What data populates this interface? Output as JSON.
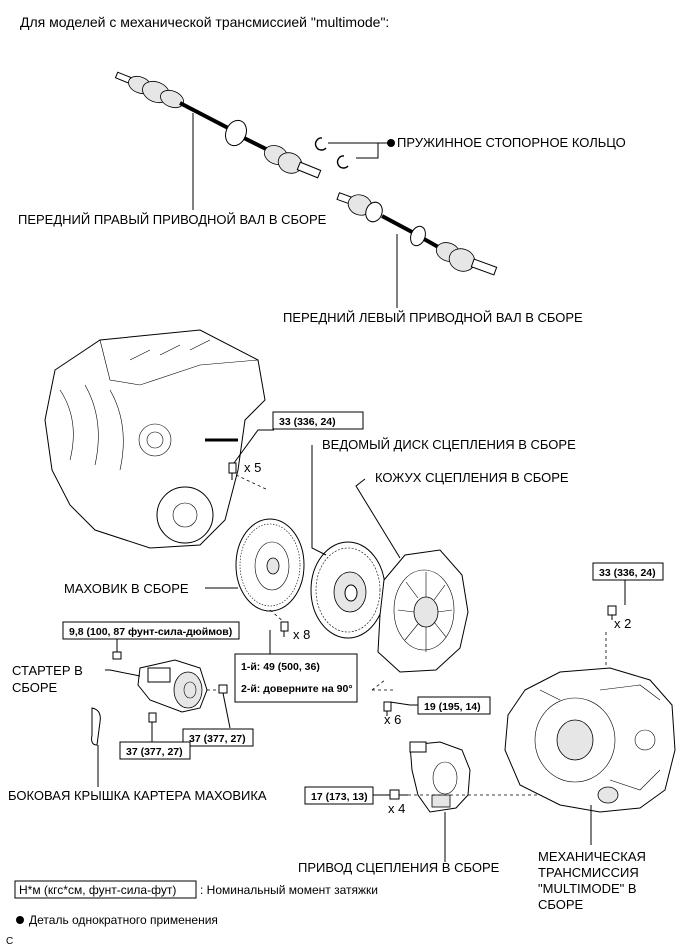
{
  "header": {
    "title": "Для моделей с механической трансмиссией \"multimode\":"
  },
  "labels": {
    "snap_ring": "ПРУЖИННОЕ СТОПОРНОЕ КОЛЬЦО",
    "right_shaft": "ПЕРЕДНИЙ ПРАВЫЙ ПРИВОДНОЙ ВАЛ В СБОРЕ",
    "left_shaft": "ПЕРЕДНИЙ ЛЕВЫЙ ПРИВОДНОЙ ВАЛ В СБОРЕ",
    "clutch_disc": "ВЕДОМЫЙ ДИСК СЦЕПЛЕНИЯ В СБОРЕ",
    "clutch_cover": "КОЖУХ СЦЕПЛЕНИЯ В СБОРЕ",
    "flywheel": "МАХОВИК В СБОРЕ",
    "starter_line1": "СТАРТЕР В",
    "starter_line2": "СБОРЕ",
    "flywheel_housing_cover": "БОКОВАЯ КРЫШКА КАРТЕРА МАХОВИКА",
    "clutch_actuator": "ПРИВОД СЦЕПЛЕНИЯ В СБОРЕ",
    "transmission_line1": "МЕХАНИЧЕСКАЯ",
    "transmission_line2": "ТРАНСМИССИЯ",
    "transmission_line3": "\"MULTIMODE\" В",
    "transmission_line4": "СБОРЕ"
  },
  "torques": {
    "t1": "33 (336, 24)",
    "t2": "33 (336, 24)",
    "t3": "9,8 (100, 87 фунт-сила-дюймов)",
    "t4_line1": "1-й: 49 (500, 36)",
    "t4_line2": "2-й: доверните на 90°",
    "t5": "19 (195, 14)",
    "t6": "37 (377, 27)",
    "t7": "37 (377, 27)",
    "t8": "17 (173, 13)"
  },
  "quantities": {
    "q1": "x 5",
    "q2": "x 2",
    "q3": "x 8",
    "q4": "x 6",
    "q5": "x 4"
  },
  "legend": {
    "torque_unit": "Н*м (кгс*см, фунт-сила-фут)",
    "torque_desc": ": Номинальный момент затяжки",
    "non_reusable": "Деталь однократного применения",
    "figure_code": "C"
  }
}
